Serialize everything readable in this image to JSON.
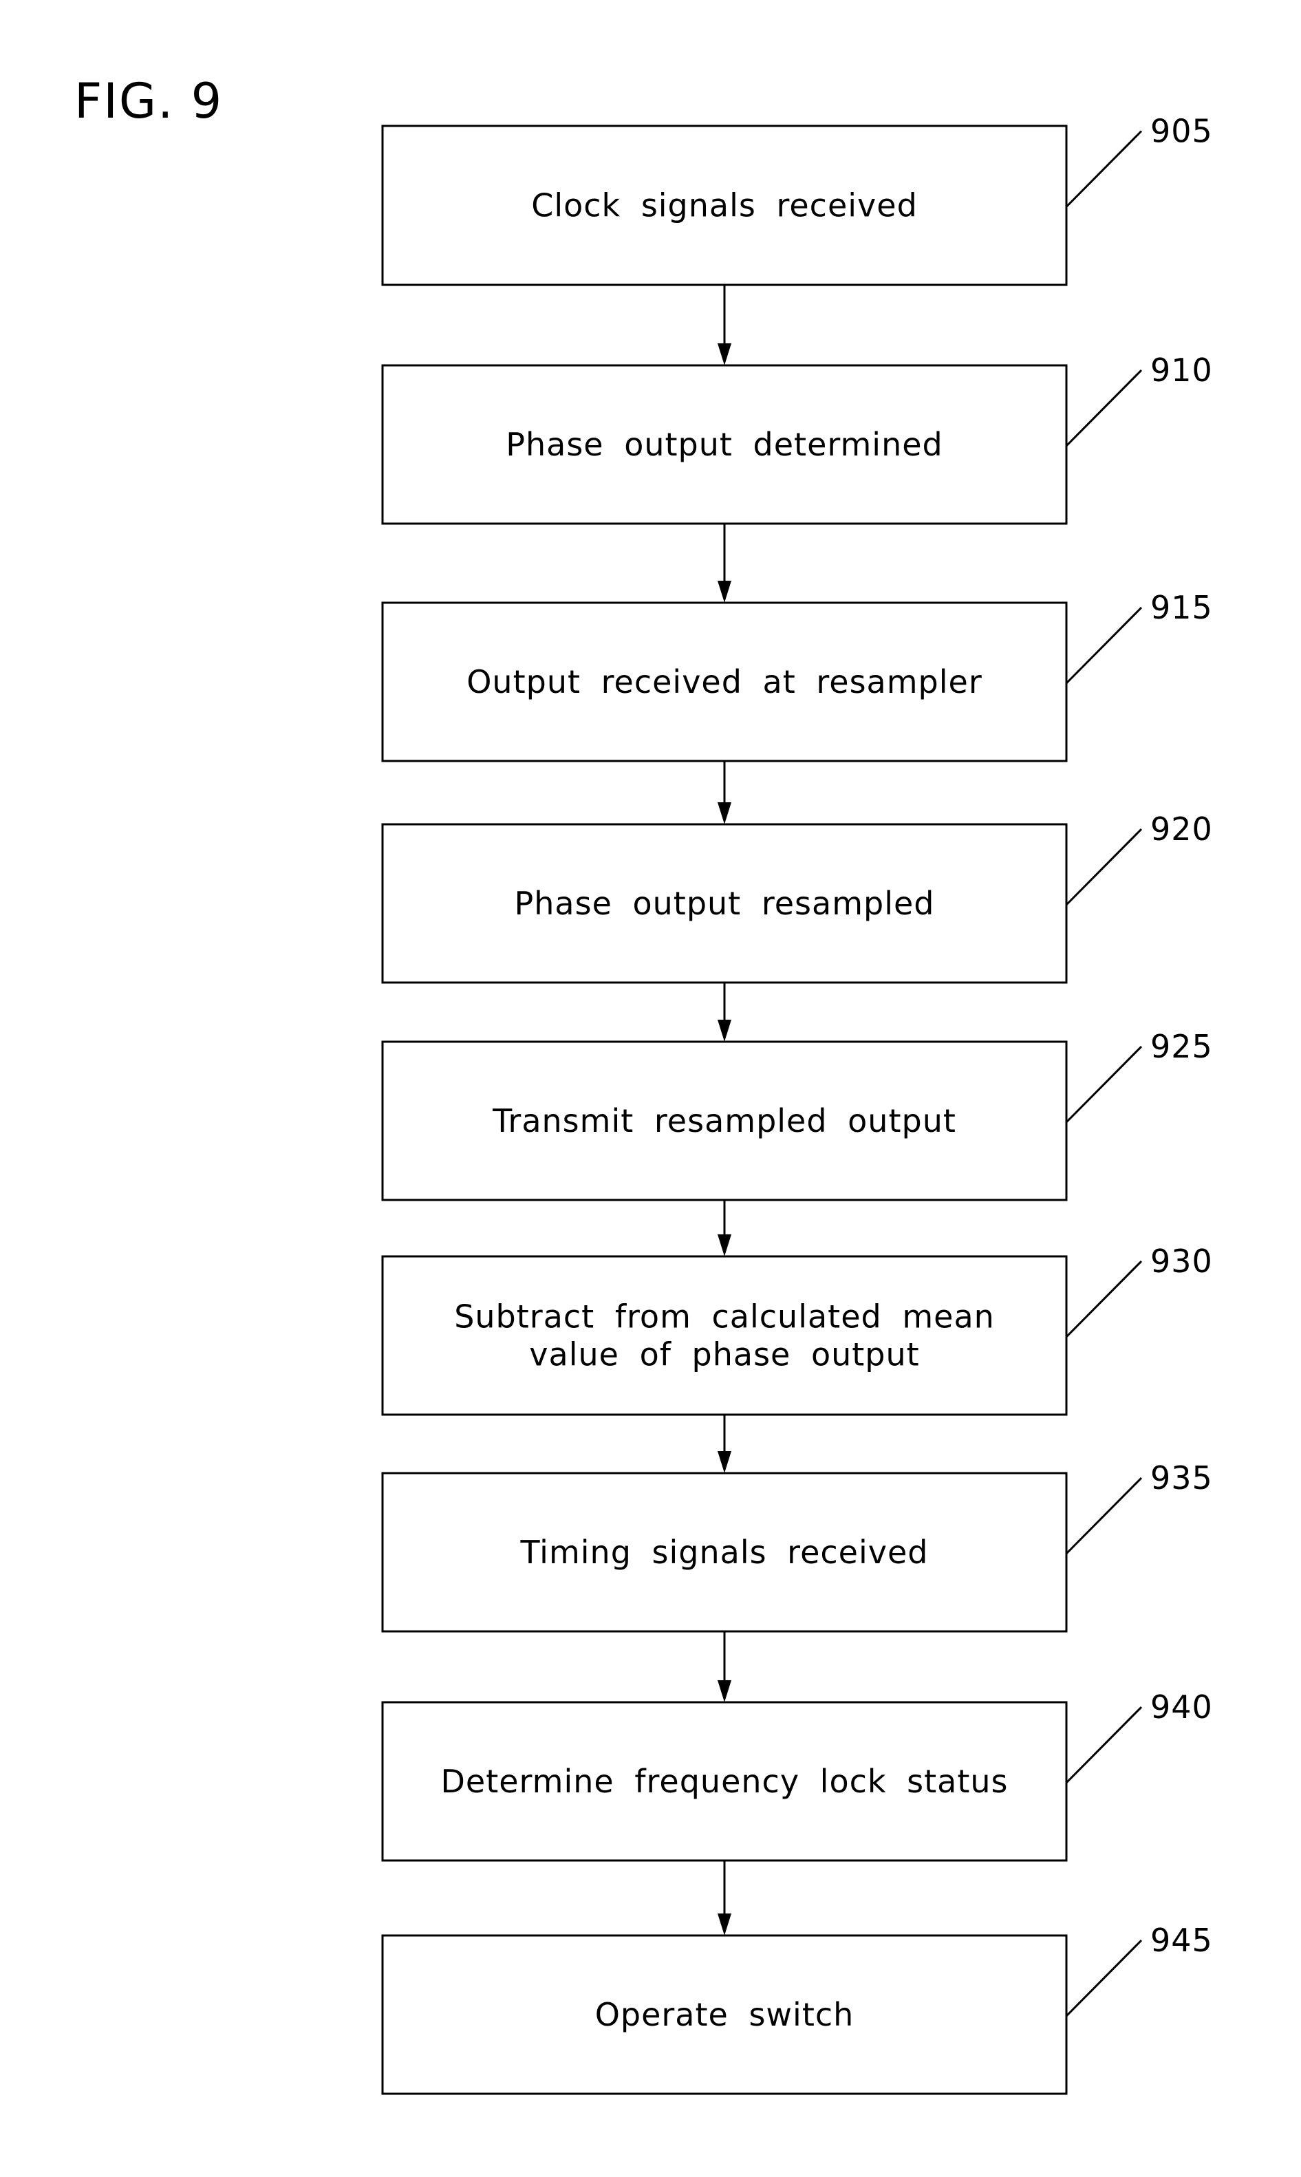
{
  "figure": {
    "label": "FIG. 9"
  },
  "steps": [
    {
      "ref": "905",
      "lines": [
        "Clock signals received"
      ]
    },
    {
      "ref": "910",
      "lines": [
        "Phase output determined"
      ]
    },
    {
      "ref": "915",
      "lines": [
        "Output received at resampler"
      ]
    },
    {
      "ref": "920",
      "lines": [
        "Phase output resampled"
      ]
    },
    {
      "ref": "925",
      "lines": [
        "Transmit resampled output"
      ]
    },
    {
      "ref": "930",
      "lines": [
        "Subtract from calculated mean",
        "value of phase output"
      ]
    },
    {
      "ref": "935",
      "lines": [
        "Timing signals received"
      ]
    },
    {
      "ref": "940",
      "lines": [
        "Determine frequency lock status"
      ]
    },
    {
      "ref": "945",
      "lines": [
        "Operate switch"
      ]
    }
  ],
  "colors": {
    "line": "#000000",
    "background": "#ffffff"
  }
}
